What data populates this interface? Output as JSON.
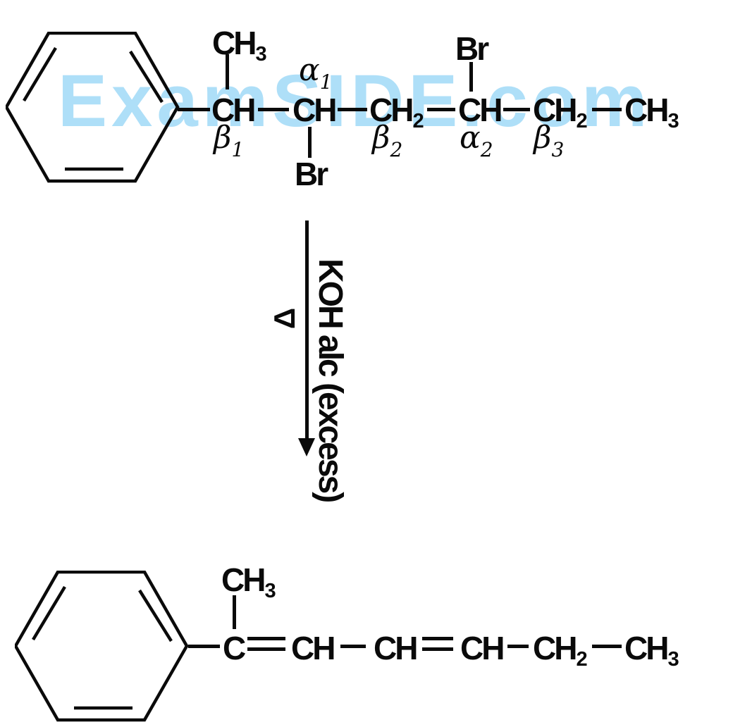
{
  "watermark": {
    "text": "ExamSIDE.com",
    "color": "#aedff8"
  },
  "ink_color": "#0a0a0a",
  "reaction": {
    "reagent": "KOH alc (excess)",
    "condition": "Δ"
  },
  "reactant": {
    "methyl": {
      "main": "CH",
      "sub": "3"
    },
    "c1": {
      "main": "CH"
    },
    "c2": {
      "main": "CH"
    },
    "c3": {
      "main": "CH",
      "sub": "2"
    },
    "c4": {
      "main": "CH"
    },
    "c5": {
      "main": "CH",
      "sub": "2"
    },
    "c6": {
      "main": "CH",
      "sub": "3"
    },
    "br_on_c2": "Br",
    "br_on_c4": "Br",
    "labels": {
      "beta1": {
        "g": "β",
        "s": "1"
      },
      "alpha1": {
        "g": "α",
        "s": "1"
      },
      "beta2": {
        "g": "β",
        "s": "2"
      },
      "alpha2": {
        "g": "α",
        "s": "2"
      },
      "beta3": {
        "g": "β",
        "s": "3"
      }
    }
  },
  "product": {
    "methyl": {
      "main": "CH",
      "sub": "3"
    },
    "c1": {
      "main": "C"
    },
    "c2": {
      "main": "CH"
    },
    "c3": {
      "main": "CH"
    },
    "c4": {
      "main": "CH"
    },
    "c5": {
      "main": "CH",
      "sub": "2"
    },
    "c6": {
      "main": "CH",
      "sub": "3"
    }
  }
}
